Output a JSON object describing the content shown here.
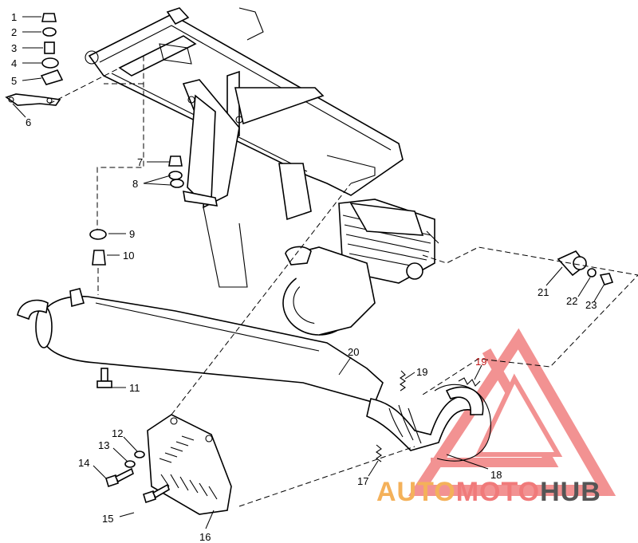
{
  "diagram": {
    "callouts": [
      {
        "id": "c1",
        "text": "1"
      },
      {
        "id": "c2",
        "text": "2"
      },
      {
        "id": "c3",
        "text": "3"
      },
      {
        "id": "c4",
        "text": "4"
      },
      {
        "id": "c5",
        "text": "5"
      },
      {
        "id": "c6",
        "text": "6"
      },
      {
        "id": "c7",
        "text": "7"
      },
      {
        "id": "c8",
        "text": "8"
      },
      {
        "id": "c9",
        "text": "9"
      },
      {
        "id": "c10",
        "text": "10"
      },
      {
        "id": "c11",
        "text": "11"
      },
      {
        "id": "c12",
        "text": "12"
      },
      {
        "id": "c13",
        "text": "13"
      },
      {
        "id": "c14",
        "text": "14"
      },
      {
        "id": "c15",
        "text": "15"
      },
      {
        "id": "c16",
        "text": "16"
      },
      {
        "id": "c17",
        "text": "17"
      },
      {
        "id": "c18",
        "text": "18"
      },
      {
        "id": "c19a",
        "text": "19"
      },
      {
        "id": "c19b",
        "text": "19"
      },
      {
        "id": "c20",
        "text": "20"
      },
      {
        "id": "c21",
        "text": "21"
      },
      {
        "id": "c22",
        "text": "22"
      },
      {
        "id": "c23",
        "text": "23"
      }
    ]
  },
  "watermark": {
    "part1": "AUTO",
    "part2": "MOTO",
    "part3": "HUB",
    "colors": {
      "triangle": "#e83a3a",
      "auto": "#f4b15a",
      "moto": "#f07a7a",
      "hub": "#555555"
    }
  }
}
